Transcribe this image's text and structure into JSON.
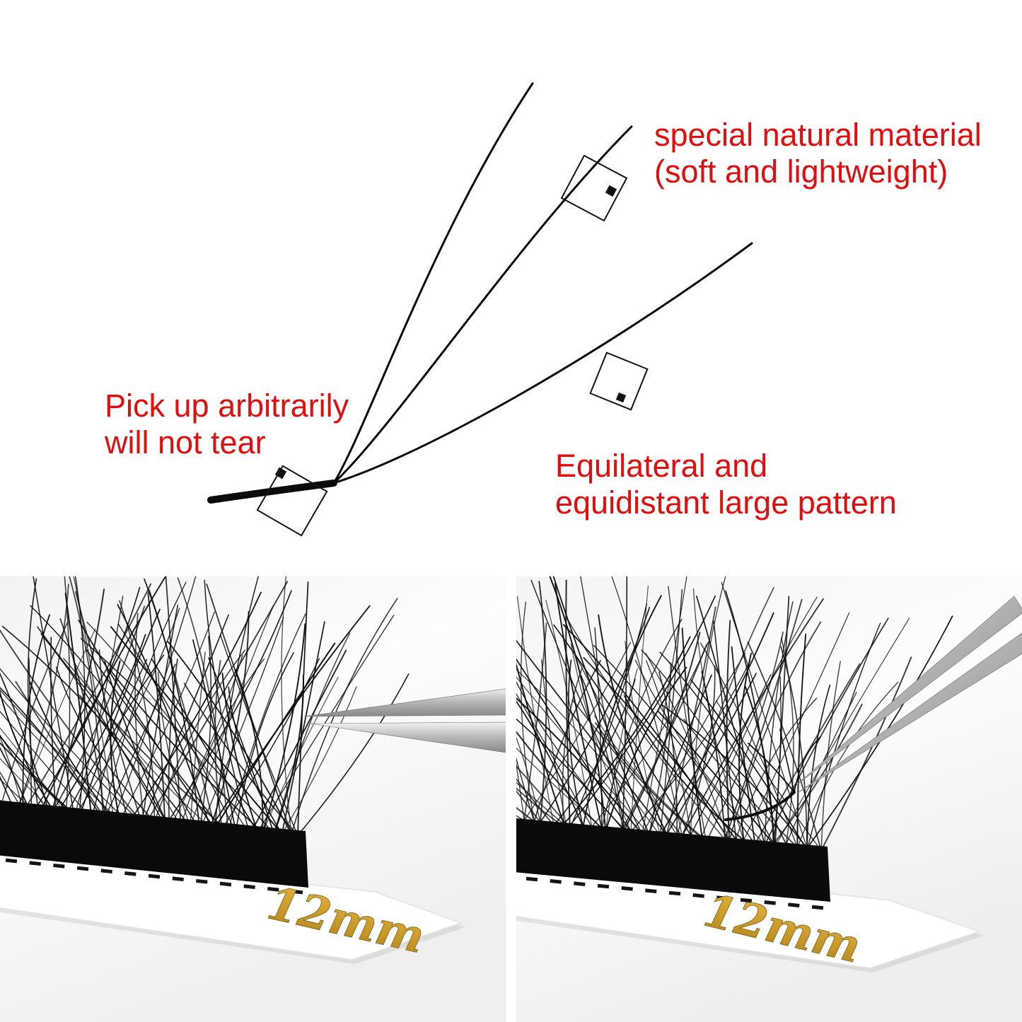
{
  "colors": {
    "accent_red": "#e20d0d",
    "gold": "#c89a2b",
    "lash_black": "#0c0c0c"
  },
  "annotations": {
    "material": {
      "line1": "special natural material",
      "line2": "(soft and lightweight)"
    },
    "pickup": {
      "line1": "Pick up arbitrarily",
      "line2": "will not tear"
    },
    "pattern": {
      "line1": "Equilateral and",
      "line2": "equidistant large pattern"
    }
  },
  "photos": {
    "left": {
      "tray_label": "12mm"
    },
    "right": {
      "tray_label": "12mm"
    }
  }
}
